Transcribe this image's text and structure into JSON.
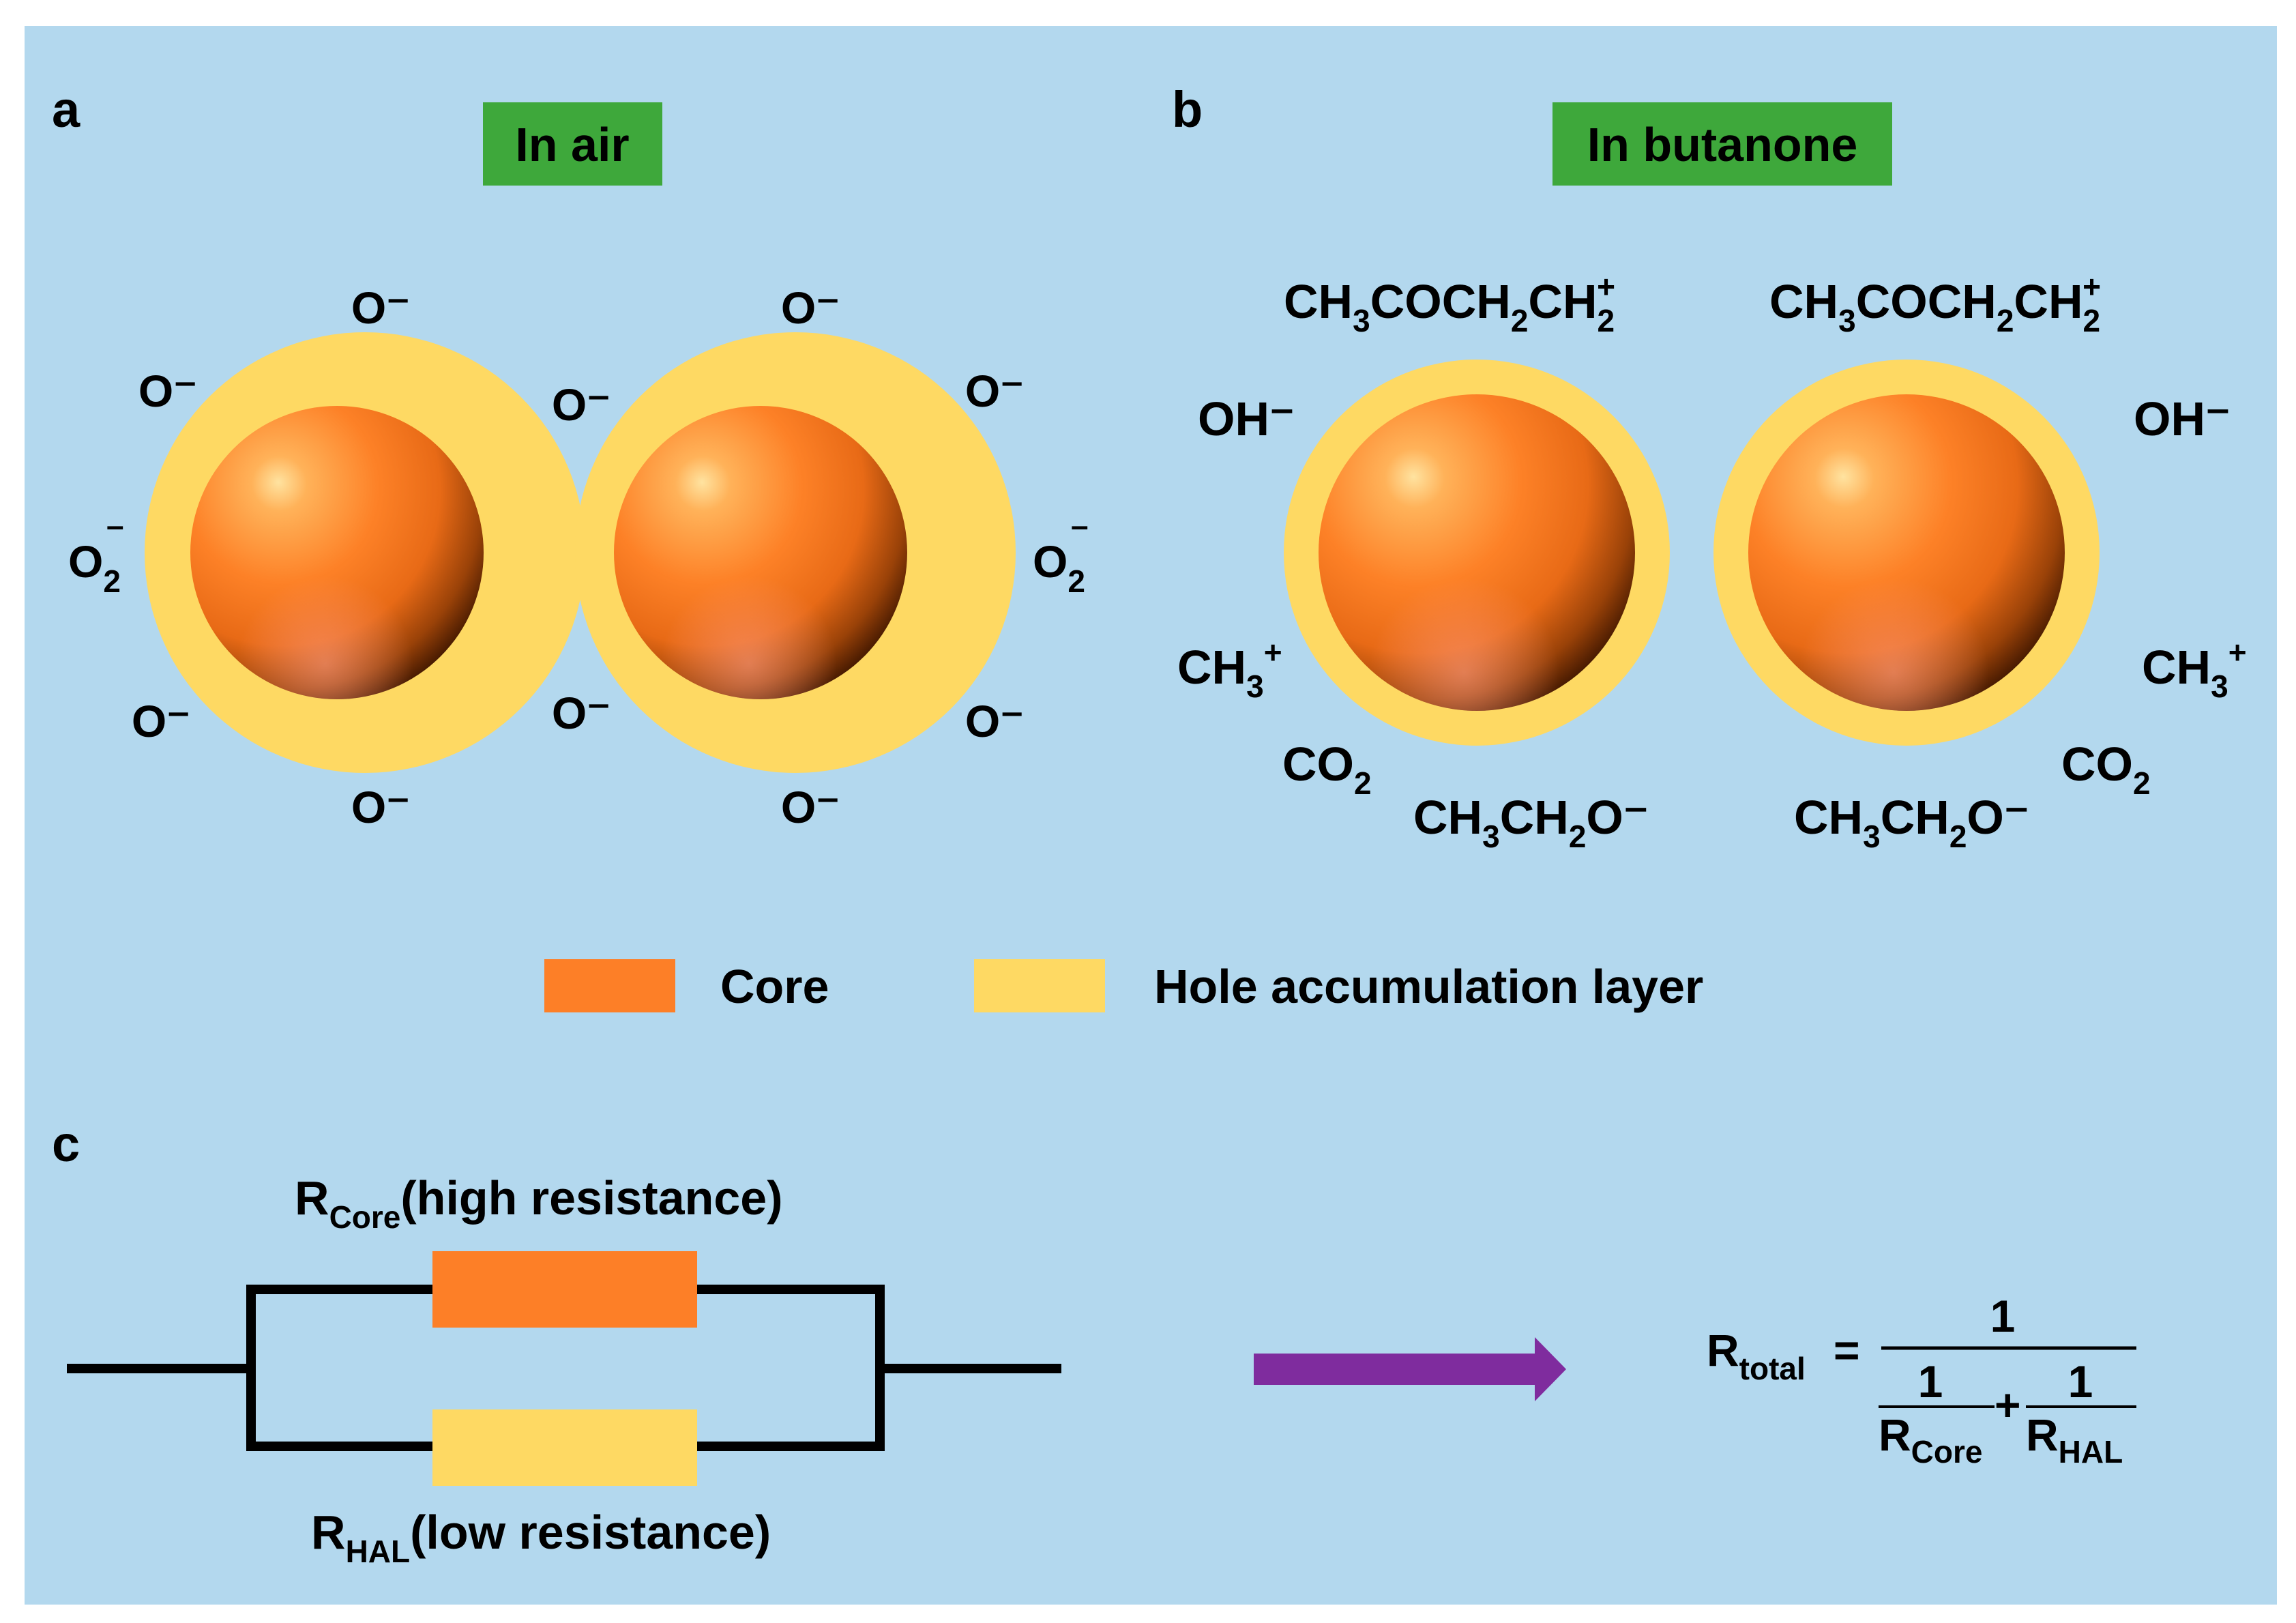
{
  "panels": {
    "a": {
      "letter": "a",
      "title": "In air",
      "ions": {
        "top_left": "O⁻",
        "top_right": "O⁻",
        "upper_left": "O⁻",
        "upper_mid": "O⁻",
        "upper_right": "O⁻",
        "left_o2": {
          "base": "O",
          "sub": "2",
          "sup": "–"
        },
        "right_o2": {
          "base": "O",
          "sub": "2",
          "sup": "–"
        },
        "lower_left": "O⁻",
        "lower_mid": "O⁻",
        "lower_right": "O⁻",
        "bottom_left": "O⁻",
        "bottom_right": "O⁻"
      }
    },
    "b": {
      "letter": "b",
      "title": "In butanone",
      "ions": {
        "top_left_radical": {
          "p1": "CH",
          "s1": "3",
          "p2": "COCH",
          "s2": "2",
          "p3": "CH",
          "s3": "2",
          "sup": "+"
        },
        "top_right_radical": {
          "p1": "CH",
          "s1": "3",
          "p2": "COCH",
          "s2": "2",
          "p3": "CH",
          "s3": "2",
          "sup": "+"
        },
        "left_oh": "OH⁻",
        "right_oh": "OH⁻",
        "left_ch3": {
          "base": "CH",
          "sub": "3",
          "sup": "+"
        },
        "right_ch3": {
          "base": "CH",
          "sub": "3",
          "sup": "+"
        },
        "left_co2": {
          "base": "CO",
          "sub": "2"
        },
        "right_co2": {
          "base": "CO",
          "sub": "2"
        },
        "left_ethoxide": {
          "p1": "CH",
          "s1": "3",
          "p2": "CH",
          "s2": "2",
          "p3": "O⁻"
        },
        "right_ethoxide": {
          "p1": "CH",
          "s1": "3",
          "p2": "CH",
          "s2": "2",
          "p3": "O⁻"
        }
      }
    },
    "c": {
      "letter": "c",
      "r_core": {
        "base": "R",
        "sub": "Core",
        "desc": "(high resistance)"
      },
      "r_hal": {
        "base": "R",
        "sub": "HAL",
        "desc": "(low resistance)"
      },
      "equation": {
        "lhs_base": "R",
        "lhs_sub": "total",
        "equals": "=",
        "numerator": "1",
        "term1_num": "1",
        "term1_den_base": "R",
        "term1_den_sub": "Core",
        "plus": "+",
        "term2_num": "1",
        "term2_den_base": "R",
        "term2_den_sub": "HAL"
      }
    }
  },
  "legend": {
    "core_label": "Core",
    "hal_label": "Hole accumulation layer"
  },
  "colors": {
    "background": "#b3d8ee",
    "badge": "#3ea83b",
    "core": "#fd7f27",
    "hal": "#fed963",
    "arrow": "#7f2c9e",
    "wire": "#000000"
  }
}
